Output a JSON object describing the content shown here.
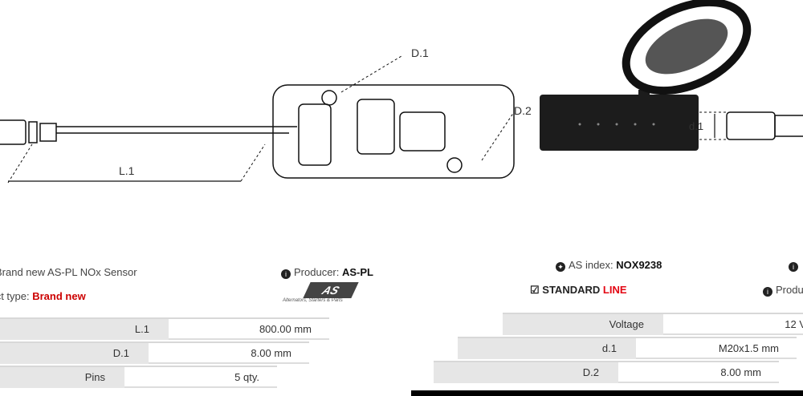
{
  "diagram": {
    "labels": {
      "d1_top": "D.1",
      "d2": "D.2",
      "l1": "L.1",
      "d1_small": "d.1"
    }
  },
  "left": {
    "title": "Brand new AS-PL NOx Sensor",
    "producer_label": "Producer:",
    "producer_value": "AS-PL",
    "type_label": "Product type:",
    "type_value": "Brand new",
    "logo_tagline": "Alternators, Starters & Parts",
    "specs": [
      {
        "key": "L.1",
        "value": "800.00 mm"
      },
      {
        "key": "D.1",
        "value": "8.00 mm"
      },
      {
        "key": "Pins",
        "value": "5 qty."
      }
    ]
  },
  "right": {
    "index_label": "AS index:",
    "index_value": "NOX9238",
    "line_label_a": "STANDARD",
    "line_label_b": "LINE",
    "producer_label": "Producer",
    "specs": [
      {
        "key": "Voltage",
        "value": "12 V"
      },
      {
        "key": "d.1",
        "value": "M20x1.5 mm"
      },
      {
        "key": "D.2",
        "value": "8.00 mm"
      }
    ]
  },
  "colors": {
    "accent": "#e30613"
  }
}
